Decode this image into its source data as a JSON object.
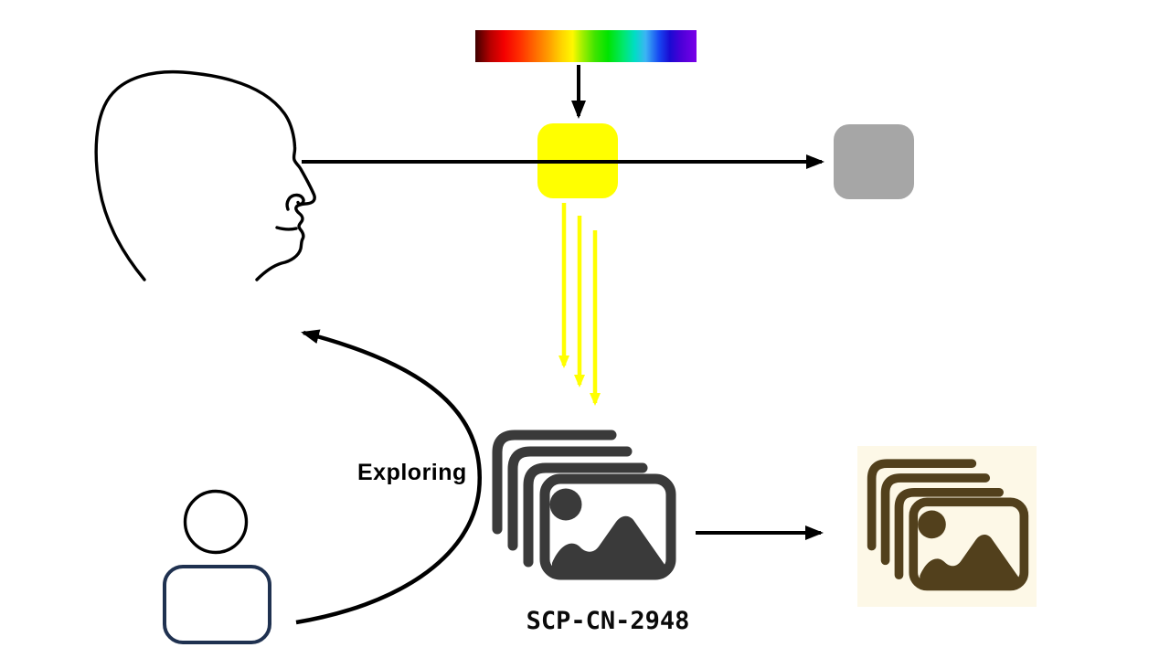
{
  "labels": {
    "exploring": "Exploring",
    "scp_id": "SCP-CN-2948"
  },
  "colors": {
    "yellow_box": "#ffff00",
    "gray_box": "#a6a6a6",
    "black_arrow": "#000000",
    "yellow_arrow": "#ffff00",
    "person_head_stroke": "#000000",
    "person_body_stroke": "#1f3150",
    "head_outline": "#000000",
    "photo_stack": "#3a3a3a",
    "photo_stack_sepia": "#52401c",
    "photo_stack_sepia_bg": "#fdf8e7"
  },
  "spectrum": {
    "icon": "visible-light-spectrum-bar",
    "gradient_stops": [
      "#3f0000",
      "#f40000",
      "#ff6a00",
      "#ff9c00",
      "#ffd400",
      "#fff800",
      "#a8f000",
      "#40e400",
      "#00e400",
      "#00e86e",
      "#00ddc4",
      "#3cb4f4",
      "#1748f2",
      "#1a0ad2",
      "#4b00d8",
      "#7a00e8"
    ]
  },
  "icons": {
    "head": "human-head-profile-icon",
    "person": "person-icon",
    "photos_center": "photo-stack-icon",
    "photos_right": "photo-stack-sepia-icon",
    "spectrum": "spectrum-bar"
  }
}
